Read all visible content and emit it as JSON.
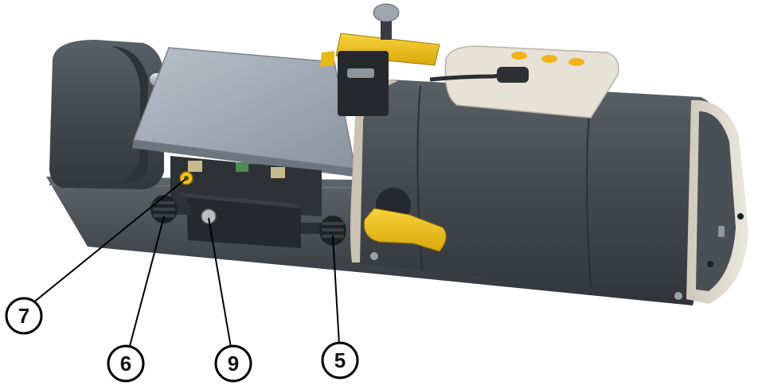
{
  "diagram": {
    "callouts": [
      {
        "label": "7",
        "target": "yellow-port"
      },
      {
        "label": "6",
        "target": "left-knob"
      },
      {
        "label": "9",
        "target": "carriage-screw"
      },
      {
        "label": "5",
        "target": "right-knob"
      }
    ]
  },
  "colors": {
    "housing_dark": "#3c4045",
    "housing_mid": "#4a4f55",
    "housing_light": "#5d6369",
    "accent_yellow": "#f2c21a",
    "silver_panel": "#9aa3ad",
    "end_cap": "#d8d2c4",
    "pendant": "#e7e2d6",
    "line": "#000000"
  },
  "icons": [
    "rotary-knob-icon",
    "lock-lever-icon",
    "cable-icon"
  ]
}
